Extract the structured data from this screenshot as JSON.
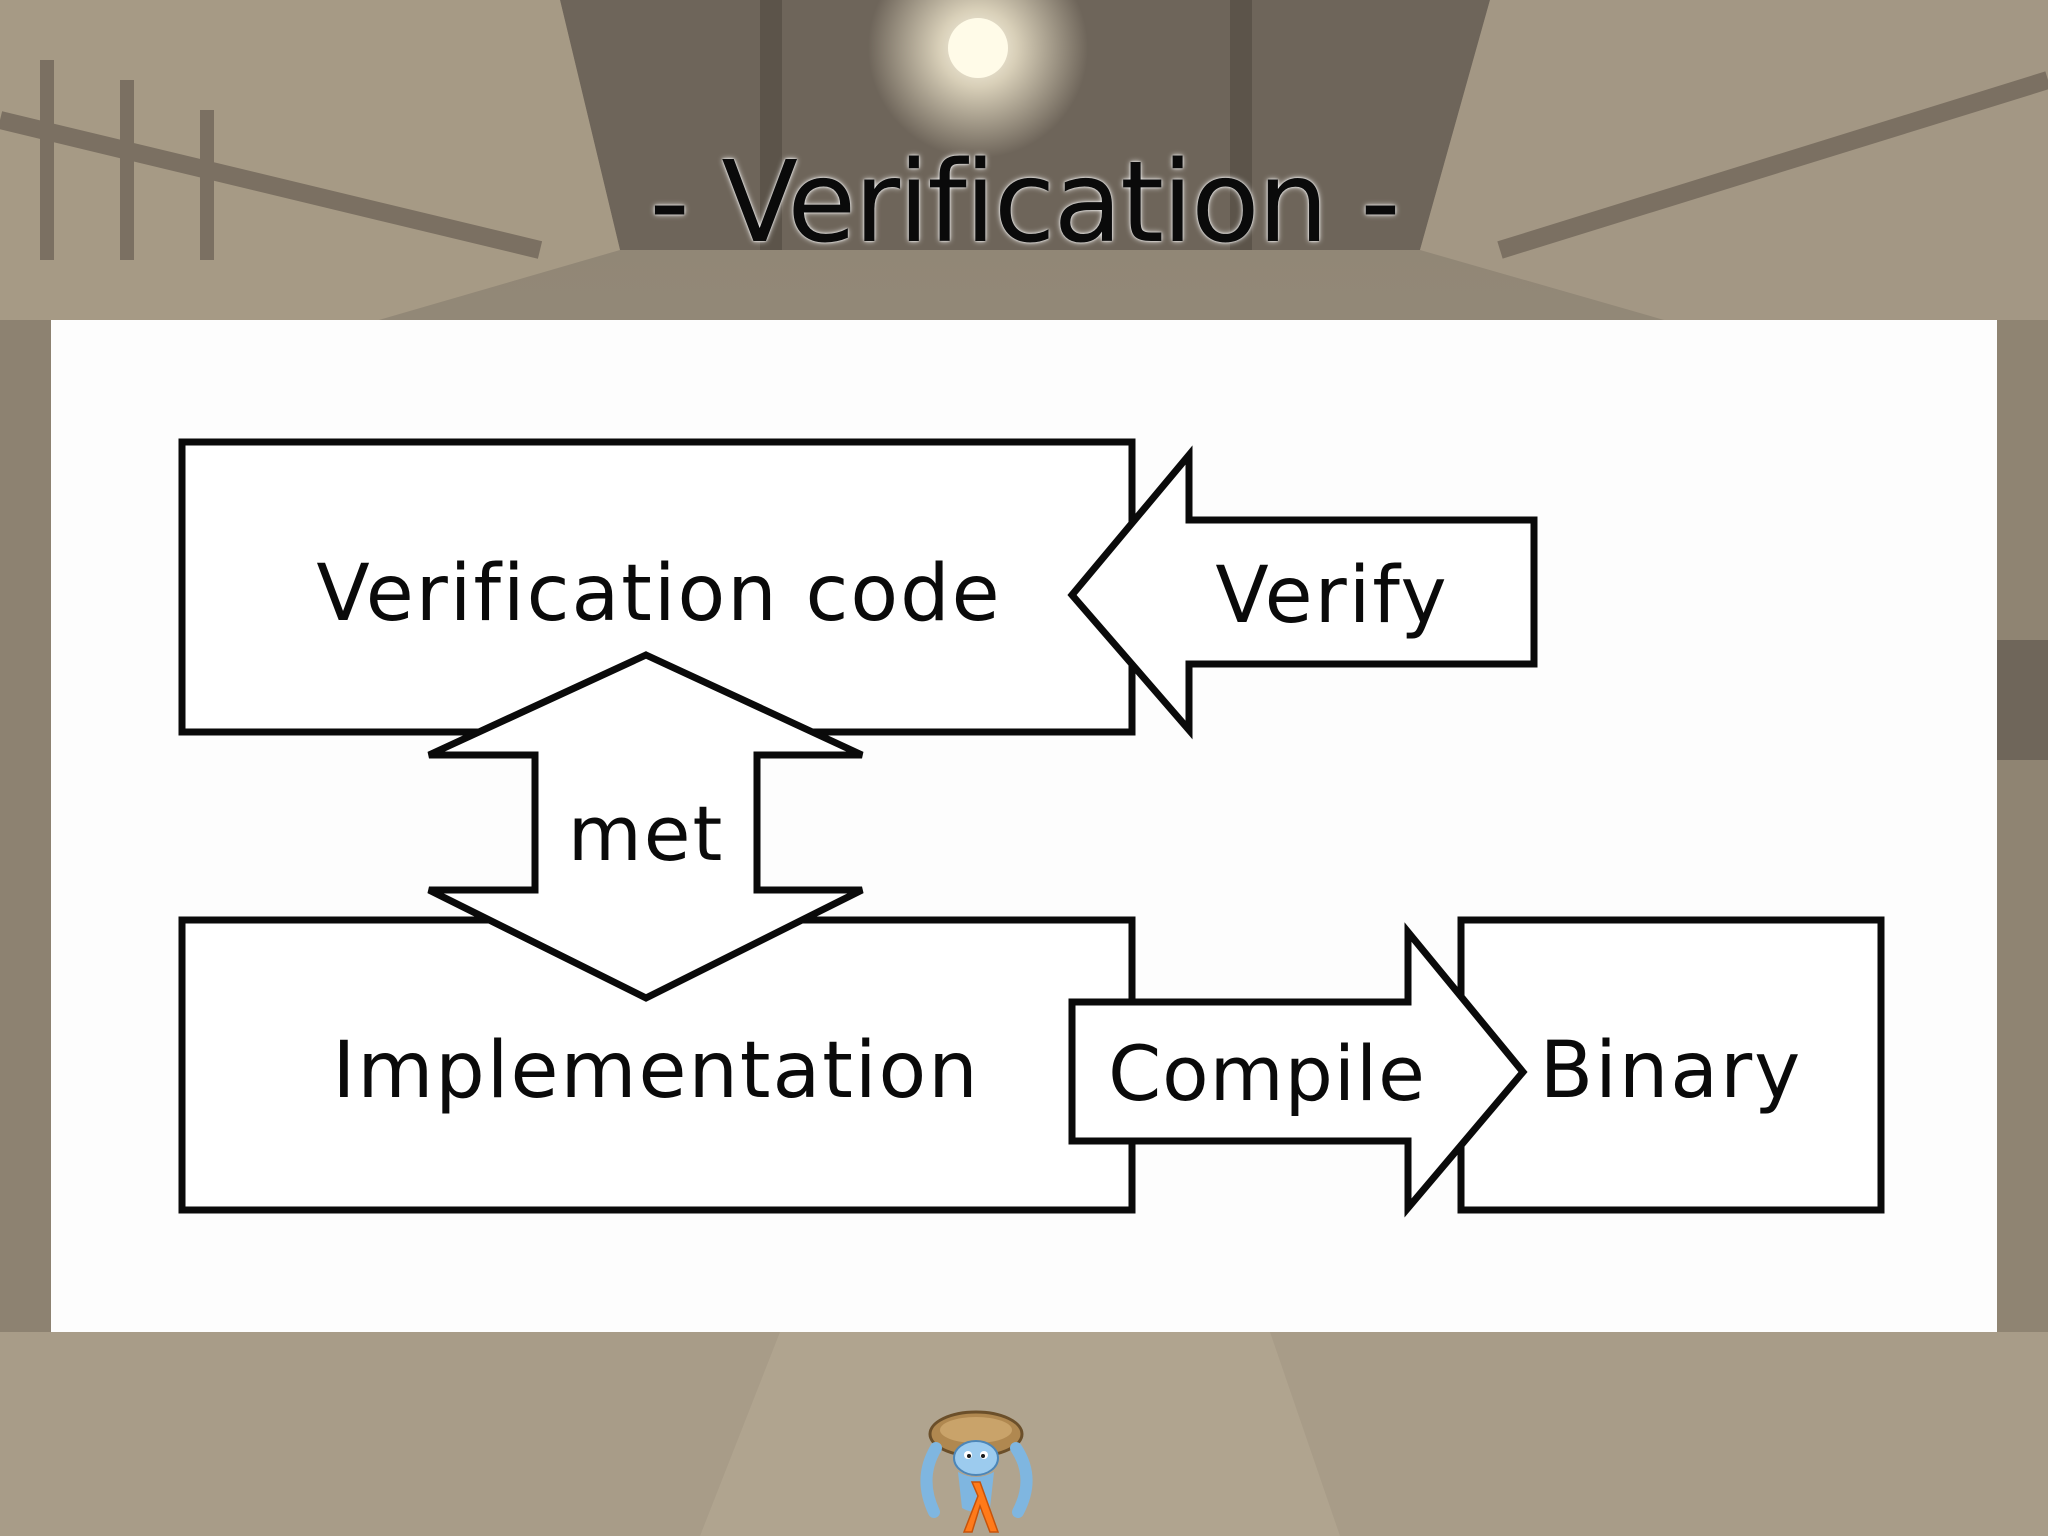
{
  "slide": {
    "title": "- Verification -"
  },
  "diagram": {
    "nodes": {
      "verification_code": "Verification code",
      "implementation": "Implementation",
      "binary": "Binary"
    },
    "arrows": {
      "verify": "Verify",
      "met": "met",
      "compile": "Compile"
    }
  },
  "colors": {
    "panel_background": "#fdfdfd",
    "stroke": "#0a0a0a",
    "logo_shell": "#b08850",
    "logo_body": "#7fb6e0",
    "logo_lambda": "#ff7a1a"
  },
  "icons": {
    "logo": "ajhc-turtle-logo-icon"
  }
}
